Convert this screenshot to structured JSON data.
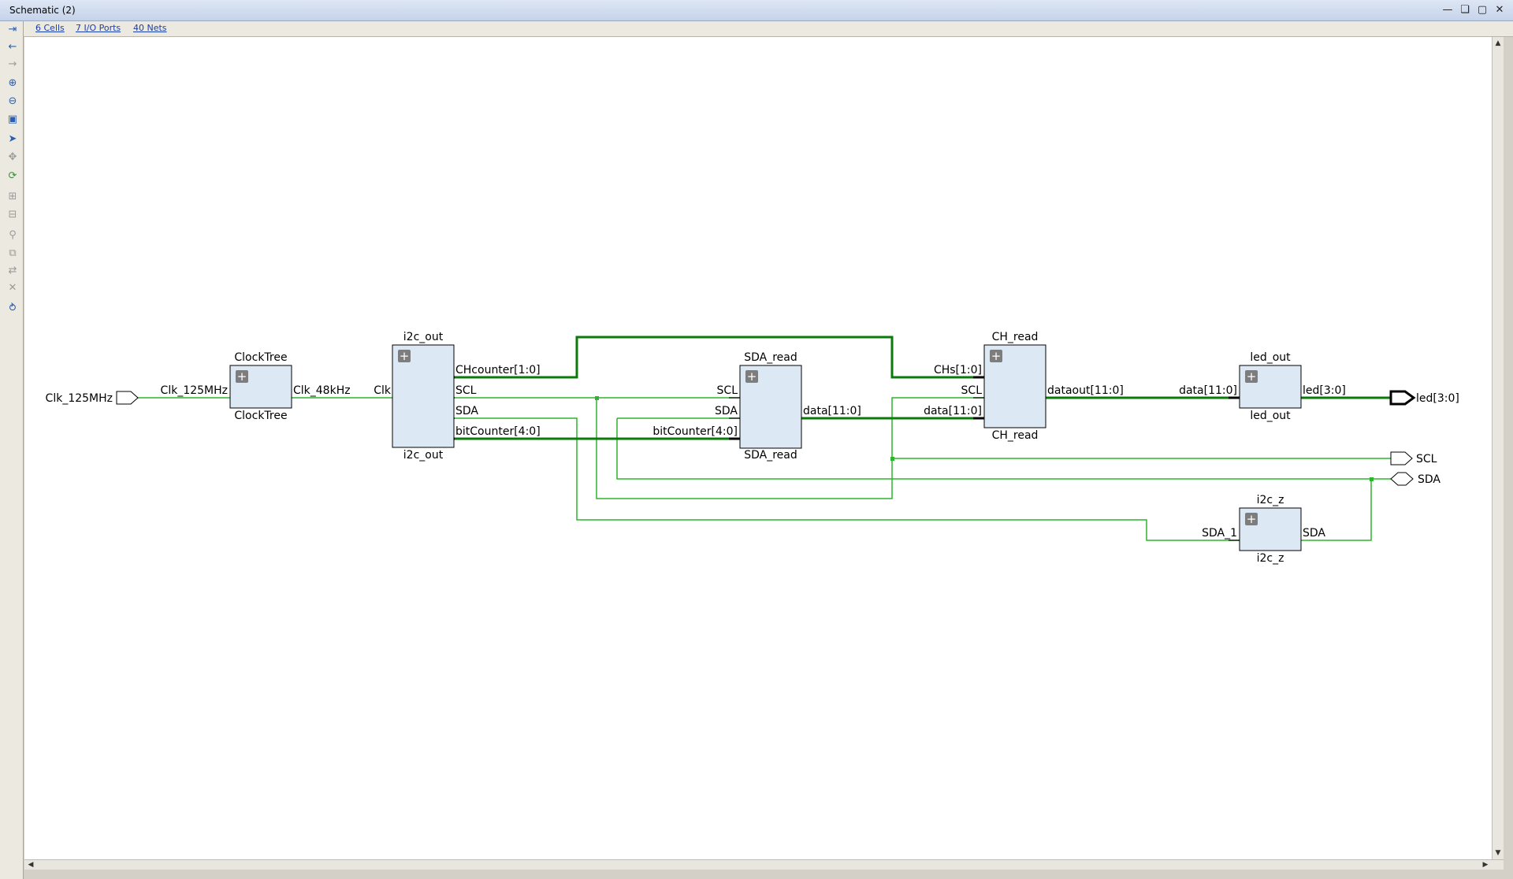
{
  "window": {
    "title": "Schematic (2)"
  },
  "links": {
    "cells": "6 Cells",
    "ports": "7 I/O Ports",
    "nets": "40 Nets"
  },
  "colors": {
    "wire": "#2db52d",
    "bus": "#0a7a0a",
    "cell_fill": "#dde8f5",
    "cell_border": "#000000"
  },
  "toolbar_icons": [
    "collapse-icon",
    "back-icon",
    "forward-icon",
    "zoom-in-icon",
    "zoom-out-icon",
    "zoom-fit-icon",
    "select-icon",
    "pan-icon",
    "refresh-icon",
    "expand-icon",
    "collapse-cell-icon",
    "search-icon",
    "copy-icon",
    "move-icon",
    "delete-icon",
    "regenerate-icon"
  ],
  "ports": {
    "clk_in": "Clk_125MHz",
    "led_out": "led[3:0]",
    "scl_out": "SCL",
    "sda_io": "SDA"
  },
  "cells": {
    "clocktree": {
      "name": "ClockTree",
      "type": "ClockTree",
      "pin_in": "Clk_125MHz",
      "pin_out": "Clk_48kHz"
    },
    "i2c_out": {
      "name": "i2c_out",
      "type": "i2c_out",
      "pin_clk": "Clk",
      "pin_chcounter": "CHcounter[1:0]",
      "pin_scl": "SCL",
      "pin_sda": "SDA",
      "pin_bitcounter": "bitCounter[4:0]"
    },
    "sda_read": {
      "name": "SDA_read",
      "type": "SDA_read",
      "pin_scl": "SCL",
      "pin_sda": "SDA",
      "pin_bitcounter": "bitCounter[4:0]",
      "pin_data": "data[11:0]"
    },
    "ch_read": {
      "name": "CH_read",
      "type": "CH_read",
      "pin_chs": "CHs[1:0]",
      "pin_scl": "SCL",
      "pin_data": "data[11:0]",
      "pin_dataout": "dataout[11:0]"
    },
    "led_out": {
      "name": "led_out",
      "type": "led_out",
      "pin_data": "data[11:0]",
      "pin_led": "led[3:0]"
    },
    "i2c_z": {
      "name": "i2c_z",
      "type": "i2c_z",
      "pin_sda1": "SDA_1",
      "pin_sda": "SDA"
    }
  },
  "expand_glyph": "+"
}
